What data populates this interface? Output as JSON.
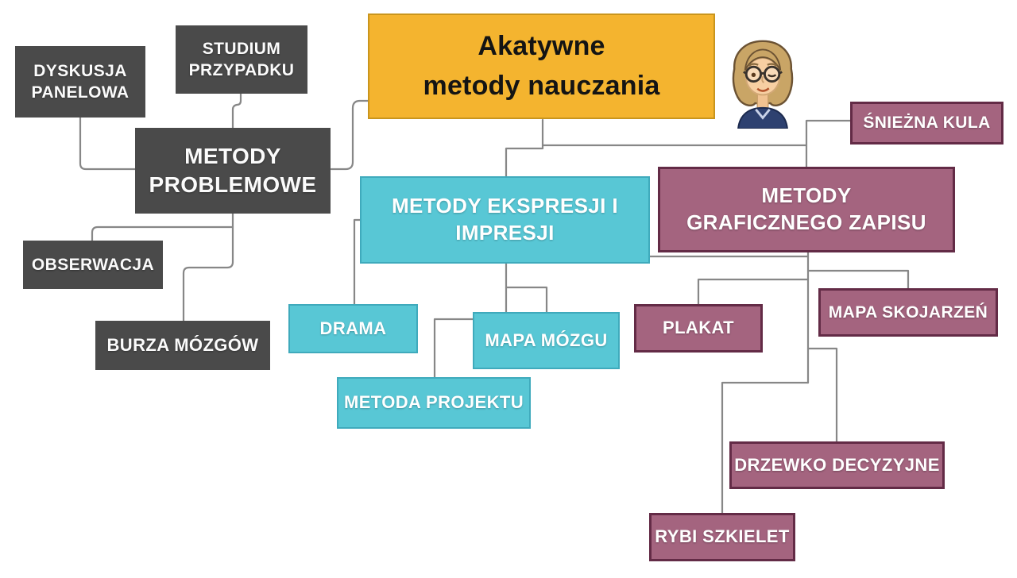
{
  "title": {
    "line1": "Akatywne",
    "line2": "metody nauczania"
  },
  "avatar": {
    "description": "winking woman teacher with glasses"
  },
  "nodes": {
    "problemowe": {
      "line1": "METODY",
      "line2": "PROBLEMOWE"
    },
    "dyskusja": {
      "line1": "DYSKUSJA",
      "line2": "PANELOWA"
    },
    "studium": {
      "line1": "STUDIUM",
      "line2": "PRZYPADKU"
    },
    "obserwacja": {
      "label": "OBSERWACJA"
    },
    "burza": {
      "label": "BURZA MÓZGÓW"
    },
    "ekspresji": {
      "line1": "METODY EKSPRESJI I",
      "line2": "IMPRESJI"
    },
    "drama": {
      "label": "DRAMA"
    },
    "mapa_mozgu": {
      "label": "MAPA MÓZGU"
    },
    "metoda_projektu": {
      "label": "METODA PROJEKTU"
    },
    "graficznego": {
      "line1": "METODY",
      "line2": "GRAFICZNEGO ZAPISU"
    },
    "sniezna": {
      "label": "ŚNIEŻNA KULA"
    },
    "plakat": {
      "label": "PLAKAT"
    },
    "mapa_skojarzen": {
      "label": "MAPA SKOJARZEŃ"
    },
    "drzewko": {
      "label": "DRZEWKO DECYZYJNE"
    },
    "rybi": {
      "label": "RYBI SZKIELET"
    }
  },
  "colors": {
    "yellow": "#F4B42F",
    "yellow_border": "#C9951D",
    "dark_gray": "#4A4A4A",
    "teal": "#58C7D5",
    "teal_border": "#3FAABC",
    "maroon": "#A4647F",
    "maroon_border": "#632B46",
    "connector": "#878787",
    "background": "#FFFFFF"
  }
}
